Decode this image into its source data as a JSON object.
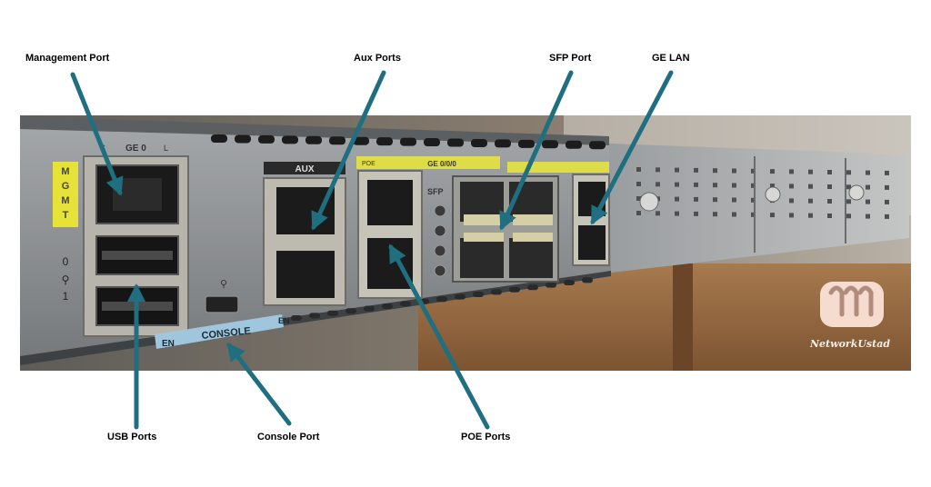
{
  "labels": {
    "management_port": "Management Port",
    "aux_ports": "Aux Ports",
    "sfp_port": "SFP Port",
    "ge_lan": "GE LAN",
    "usb_ports": "USB Ports",
    "console_port": "Console Port",
    "poe_ports": "POE Ports"
  },
  "panel": {
    "mgmt": "MGMT",
    "ge0": "GE 0",
    "s": "S",
    "l": "L",
    "usb0": "0",
    "usb1": "1",
    "aux": "AUX",
    "poe": "POE",
    "ge_000": "GE 0/0/0",
    "sfp": "SFP",
    "console": "CONSOLE",
    "en": "EN"
  },
  "brand": {
    "name": "NetworkUstad"
  },
  "colors": {
    "arrow": "#1f6f80",
    "chassis": "#8e9194",
    "mgmt_tag": "#e7e238",
    "console_band": "#9fc6dc",
    "brand_mark": "#f6dccf"
  }
}
